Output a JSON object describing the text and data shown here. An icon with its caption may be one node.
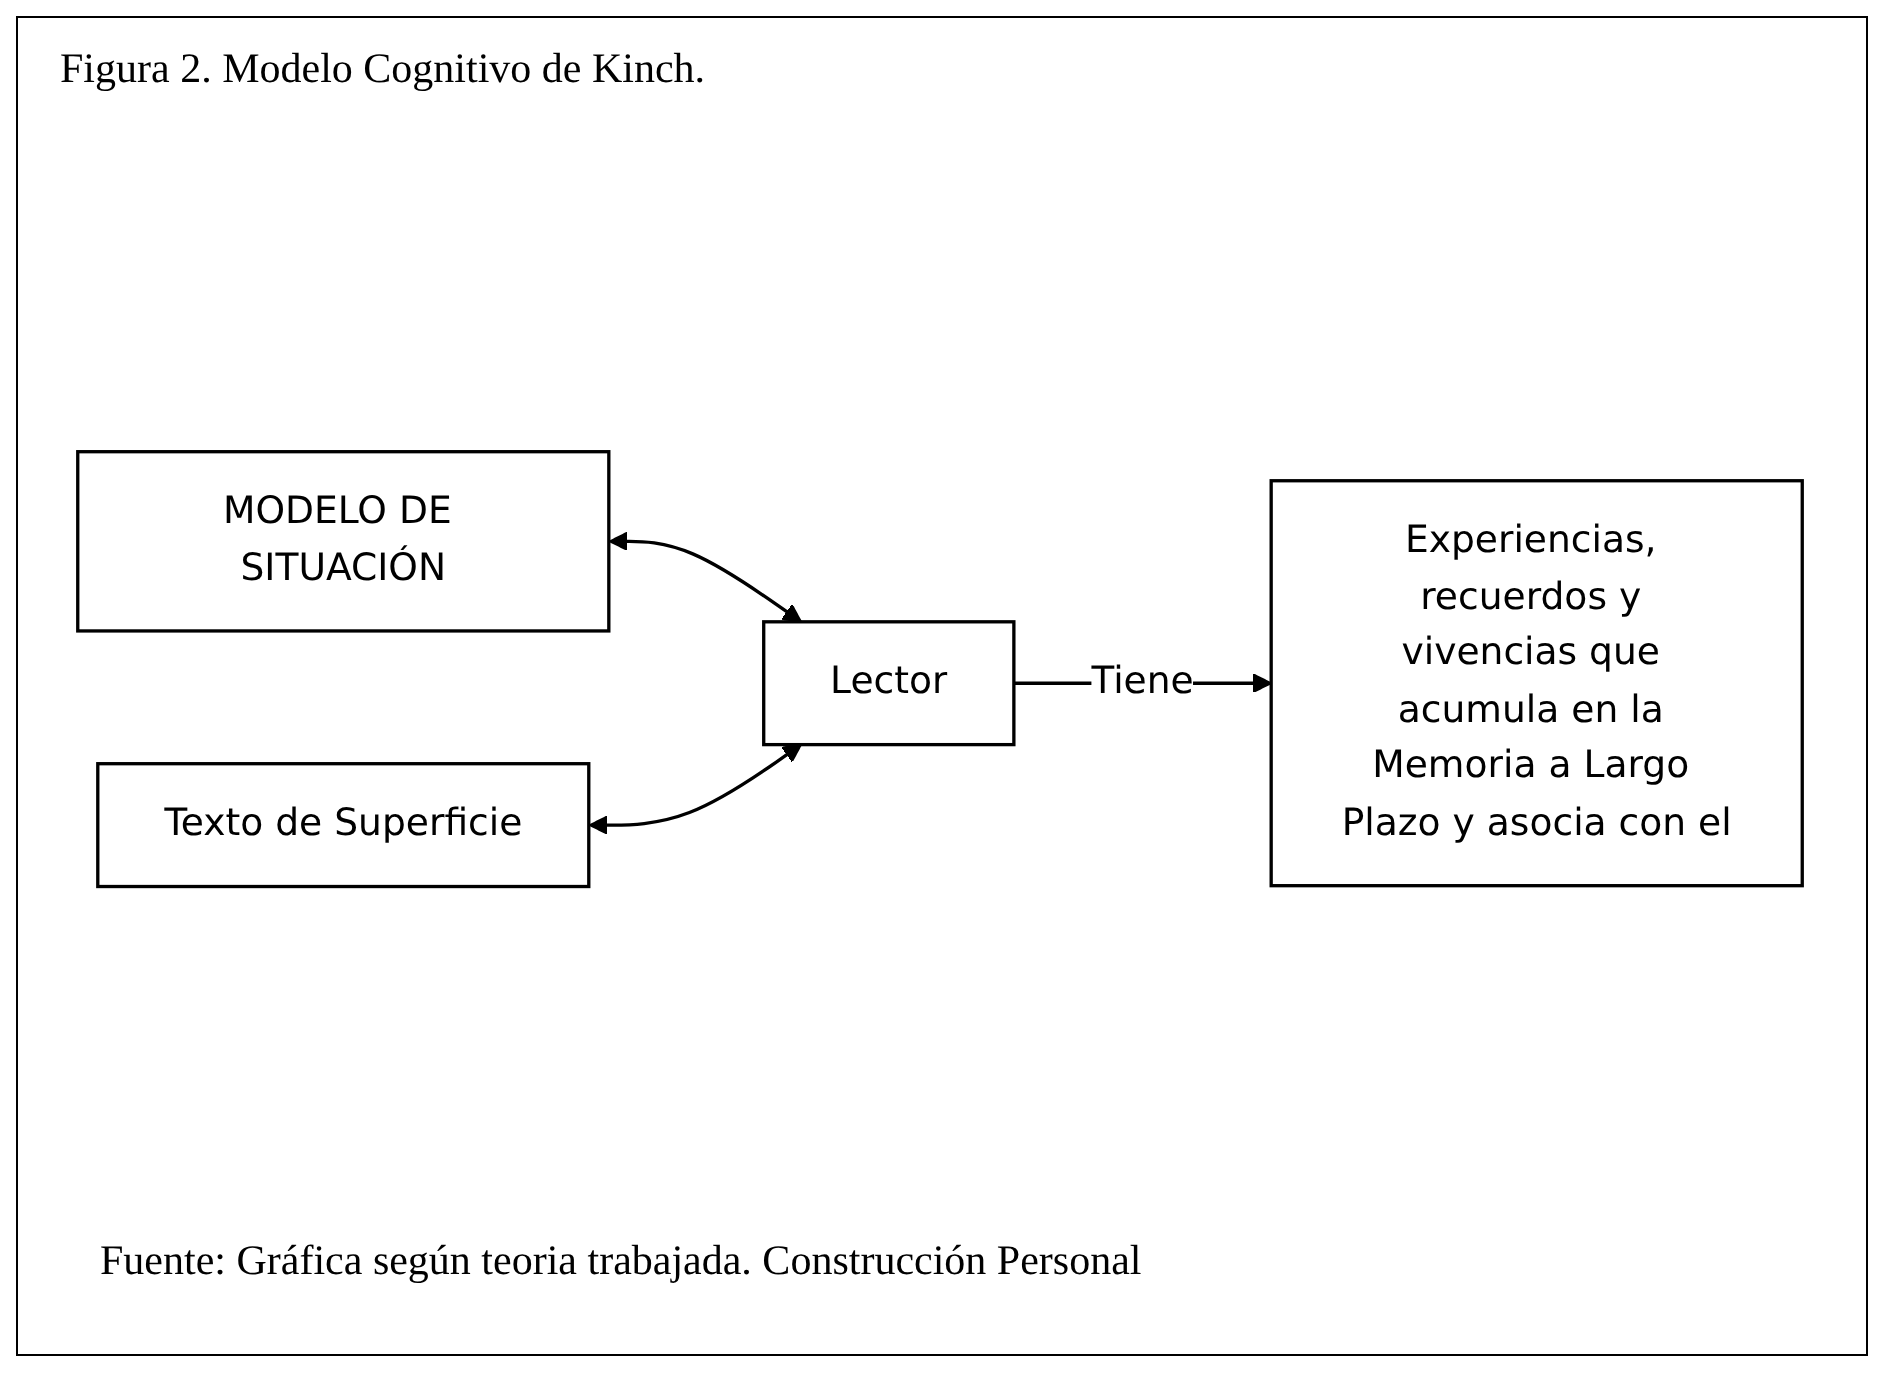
{
  "diagram": {
    "title": "Figura 2. Modelo Cognitivo de Kinch.",
    "caption": "Fuente: Gráfica según teoria trabajada. Construcción Personal",
    "nodes": [
      {
        "text": [
          "MODELO DE SITUACIÓN"
        ]
      },
      {
        "text": [
          "Texto de Superficie"
        ]
      },
      {
        "text": [
          "Lector"
        ]
      },
      {
        "text": [
          "Experiencias, recuerdos y vivencias que acumula en la Memoria a Largo Plazo y asocia con el"
        ]
      }
    ],
    "edges": [
      {
        "from": 0,
        "to": 2,
        "arrow": "both"
      },
      {
        "from": 1,
        "to": 2,
        "arrow": "both"
      },
      {
        "from": 2,
        "to": 3,
        "arrow": "to",
        "label": "Tiene"
      }
    ]
  }
}
